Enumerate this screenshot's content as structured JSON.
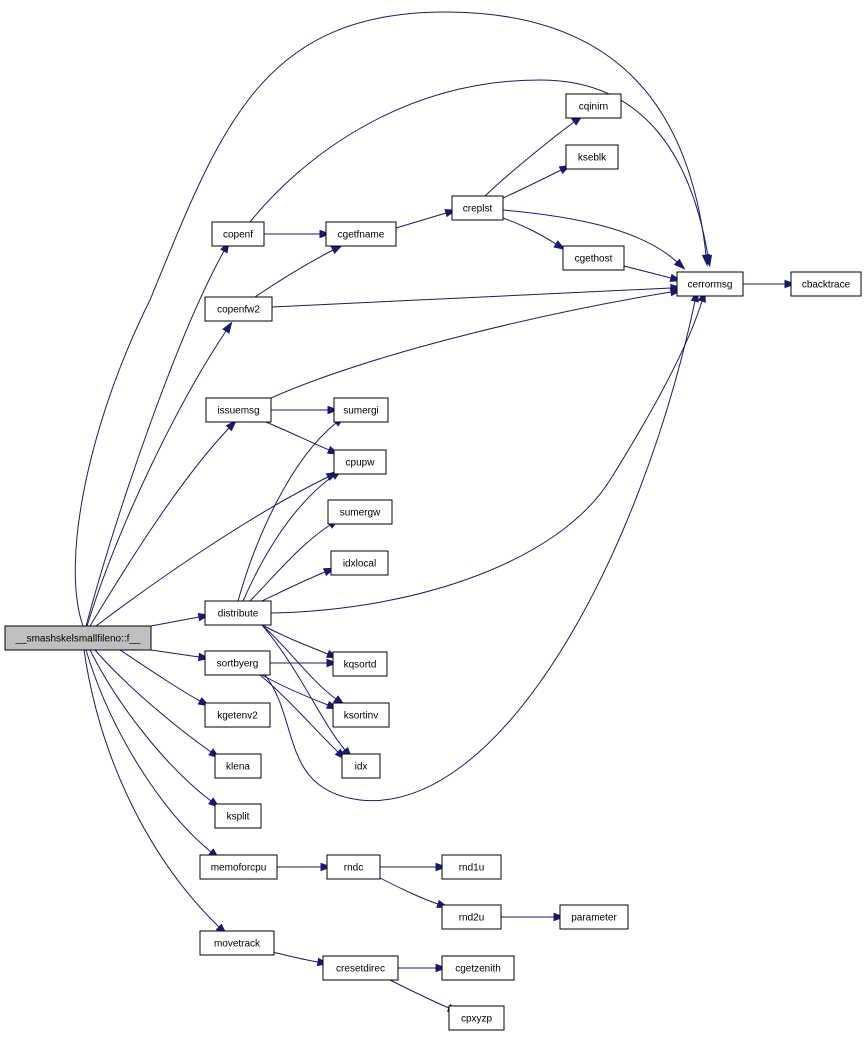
{
  "colors": {
    "edge": "#191970",
    "root_fill": "#bfbfbf",
    "node_fill": "#ffffff",
    "node_border": "#000000"
  },
  "nodes": [
    {
      "id": "root",
      "label": "__smashskelsmallfileno::f__",
      "root": true
    },
    {
      "id": "copenf",
      "label": "copenf"
    },
    {
      "id": "copenfw2",
      "label": "copenfw2"
    },
    {
      "id": "issuemsg",
      "label": "issuemsg"
    },
    {
      "id": "distribute",
      "label": "distribute"
    },
    {
      "id": "sortbyerg",
      "label": "sortbyerg"
    },
    {
      "id": "kgetenv2",
      "label": "kgetenv2"
    },
    {
      "id": "klena",
      "label": "klena"
    },
    {
      "id": "ksplit",
      "label": "ksplit"
    },
    {
      "id": "memoforcpu",
      "label": "memoforcpu"
    },
    {
      "id": "movetrack",
      "label": "movetrack"
    },
    {
      "id": "cgetfname",
      "label": "cgetfname"
    },
    {
      "id": "creplst",
      "label": "creplst"
    },
    {
      "id": "cqinirn",
      "label": "cqinirn"
    },
    {
      "id": "kseblk",
      "label": "kseblk"
    },
    {
      "id": "cgethost",
      "label": "cgethost"
    },
    {
      "id": "cerrormsg",
      "label": "cerrormsg"
    },
    {
      "id": "cbacktrace",
      "label": "cbacktrace"
    },
    {
      "id": "sumergi",
      "label": "sumergi"
    },
    {
      "id": "cpupw",
      "label": "cpupw"
    },
    {
      "id": "sumergw",
      "label": "sumergw"
    },
    {
      "id": "idxlocal",
      "label": "idxlocal"
    },
    {
      "id": "kqsortd",
      "label": "kqsortd"
    },
    {
      "id": "ksortinv",
      "label": "ksortinv"
    },
    {
      "id": "idx",
      "label": "idx"
    },
    {
      "id": "rndc",
      "label": "rndc"
    },
    {
      "id": "rnd1u",
      "label": "rnd1u"
    },
    {
      "id": "rnd2u",
      "label": "rnd2u"
    },
    {
      "id": "parameter",
      "label": "parameter"
    },
    {
      "id": "cresetdirec",
      "label": "cresetdirec"
    },
    {
      "id": "cgetzenith",
      "label": "cgetzenith"
    },
    {
      "id": "cpxyzp",
      "label": "cpxyzp"
    }
  ],
  "edges": [
    {
      "from": "root",
      "to": "cerrormsg"
    },
    {
      "from": "root",
      "to": "copenf"
    },
    {
      "from": "root",
      "to": "copenfw2"
    },
    {
      "from": "root",
      "to": "issuemsg"
    },
    {
      "from": "root",
      "to": "cpupw"
    },
    {
      "from": "root",
      "to": "distribute"
    },
    {
      "from": "root",
      "to": "sortbyerg"
    },
    {
      "from": "root",
      "to": "kgetenv2"
    },
    {
      "from": "root",
      "to": "klena"
    },
    {
      "from": "root",
      "to": "ksplit"
    },
    {
      "from": "root",
      "to": "memoforcpu"
    },
    {
      "from": "root",
      "to": "movetrack"
    },
    {
      "from": "copenf",
      "to": "cgetfname"
    },
    {
      "from": "copenf",
      "to": "cerrormsg"
    },
    {
      "from": "copenfw2",
      "to": "cgetfname"
    },
    {
      "from": "copenfw2",
      "to": "cerrormsg"
    },
    {
      "from": "cgetfname",
      "to": "creplst"
    },
    {
      "from": "creplst",
      "to": "cqinirn"
    },
    {
      "from": "creplst",
      "to": "kseblk"
    },
    {
      "from": "creplst",
      "to": "cgethost"
    },
    {
      "from": "creplst",
      "to": "cerrormsg"
    },
    {
      "from": "cgethost",
      "to": "cerrormsg"
    },
    {
      "from": "cerrormsg",
      "to": "cbacktrace"
    },
    {
      "from": "issuemsg",
      "to": "cerrormsg"
    },
    {
      "from": "issuemsg",
      "to": "sumergi"
    },
    {
      "from": "issuemsg",
      "to": "cpupw"
    },
    {
      "from": "distribute",
      "to": "sumergi"
    },
    {
      "from": "distribute",
      "to": "cpupw"
    },
    {
      "from": "distribute",
      "to": "sumergw"
    },
    {
      "from": "distribute",
      "to": "idxlocal"
    },
    {
      "from": "distribute",
      "to": "cerrormsg"
    },
    {
      "from": "distribute",
      "to": "kqsortd"
    },
    {
      "from": "distribute",
      "to": "ksortinv"
    },
    {
      "from": "distribute",
      "to": "idx"
    },
    {
      "from": "sortbyerg",
      "to": "kqsortd"
    },
    {
      "from": "sortbyerg",
      "to": "ksortinv"
    },
    {
      "from": "sortbyerg",
      "to": "idx"
    },
    {
      "from": "sortbyerg",
      "to": "cerrormsg"
    },
    {
      "from": "memoforcpu",
      "to": "rndc"
    },
    {
      "from": "rndc",
      "to": "rnd1u"
    },
    {
      "from": "rndc",
      "to": "rnd2u"
    },
    {
      "from": "rnd2u",
      "to": "parameter"
    },
    {
      "from": "movetrack",
      "to": "cresetdirec"
    },
    {
      "from": "cresetdirec",
      "to": "cgetzenith"
    },
    {
      "from": "cresetdirec",
      "to": "cpxyzp"
    }
  ]
}
